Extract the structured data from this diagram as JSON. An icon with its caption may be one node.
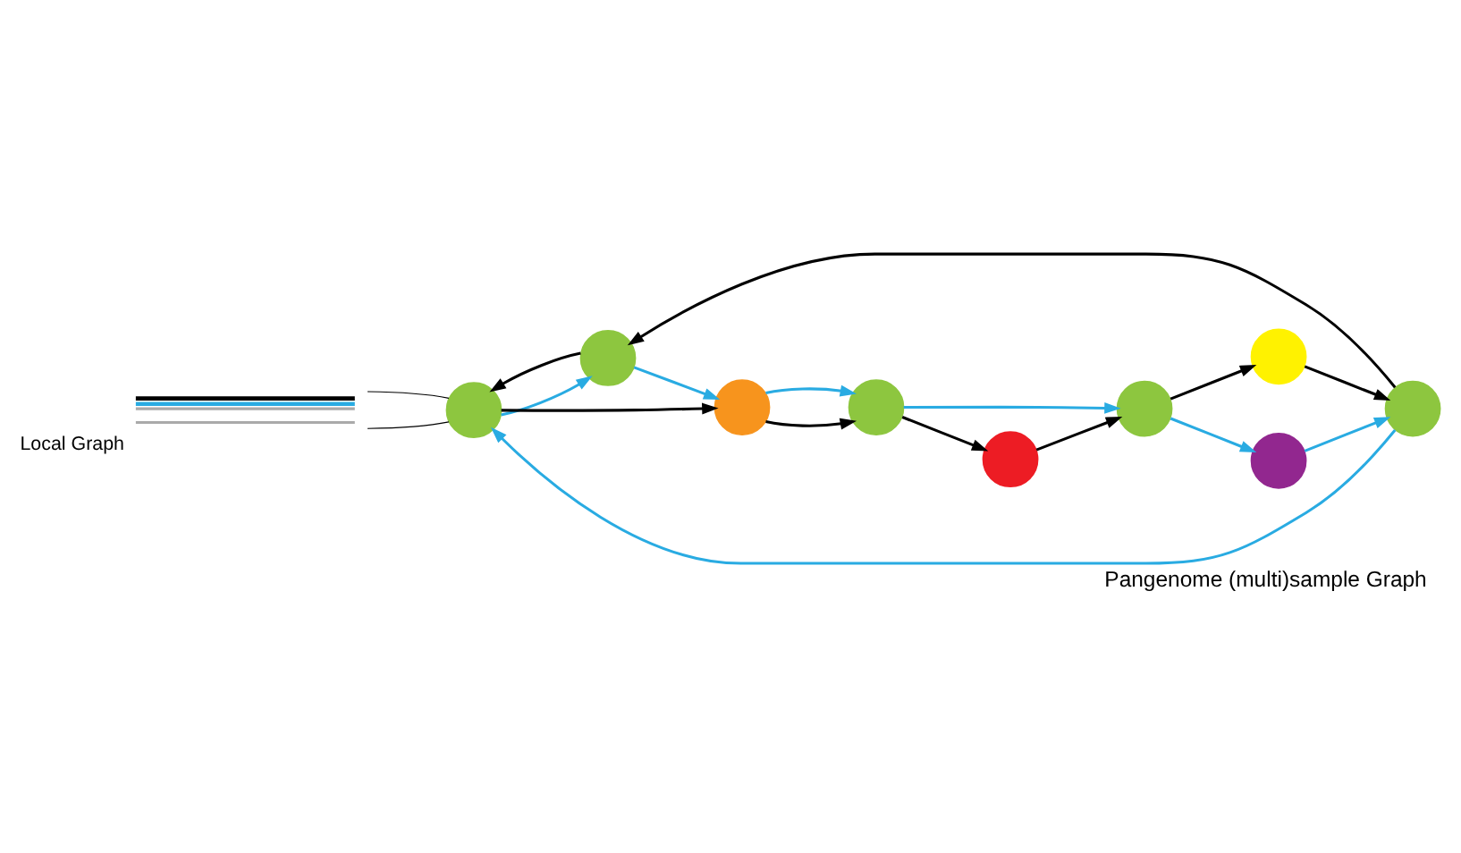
{
  "diagram": {
    "caption": "Pangenome (multi)sample Graph",
    "nodes": [
      {
        "text": [],
        "shape": "picture",
        "beside": [
          "Local Graph"
        ]
      },
      {
        "text": [],
        "shape": "circle"
      },
      {
        "text": [],
        "shape": "circle"
      },
      {
        "text": [],
        "shape": "circle"
      },
      {
        "text": [],
        "shape": "circle"
      },
      {
        "text": [],
        "shape": "circle"
      },
      {
        "text": [],
        "shape": "circle"
      },
      {
        "text": [],
        "shape": "circle"
      },
      {
        "text": [],
        "shape": "circle"
      },
      {
        "text": [],
        "shape": "circle"
      }
    ],
    "edges": [
      {
        "from": 1,
        "to": 4,
        "arrow": "to"
      },
      {
        "from": 2,
        "to": 4,
        "arrow": "to",
        "color": "#29abe2"
      },
      {
        "from": 5,
        "to": 1,
        "arrow": "to"
      },
      {
        "from": 5,
        "to": 2,
        "arrow": "to",
        "color": "#29abe2"
      },
      {
        "from": 4,
        "to": 3,
        "arrow": "to",
        "color": "#29abe2"
      },
      {
        "from": 4,
        "to": 6,
        "arrow": "to"
      },
      {
        "from": 6,
        "to": 3,
        "arrow": "to"
      },
      {
        "from": 3,
        "to": 6,
        "arrow": "to",
        "color": "#29abe2"
      },
      {
        "from": 3,
        "to": 8,
        "arrow": "to"
      },
      {
        "from": 6,
        "to": 8,
        "arrow": "to",
        "color": "#29abe2"
      },
      {
        "from": 8,
        "to": 7,
        "arrow": "to"
      },
      {
        "from": 8,
        "to": 7,
        "arrow": "to",
        "color": "#29abe2"
      },
      {
        "from": 7,
        "to": 9,
        "arrow": "to"
      },
      {
        "from": 9,
        "to": 5,
        "arrow": "to"
      },
      {
        "from": 7,
        "to": 5,
        "arrow": "to",
        "color": "#29abe2"
      },
      {
        "from": 0,
        "to": 3,
        "arrow": "none"
      },
      {
        "from": 0,
        "to": 3,
        "arrow": "none"
      }
    ]
  }
}
